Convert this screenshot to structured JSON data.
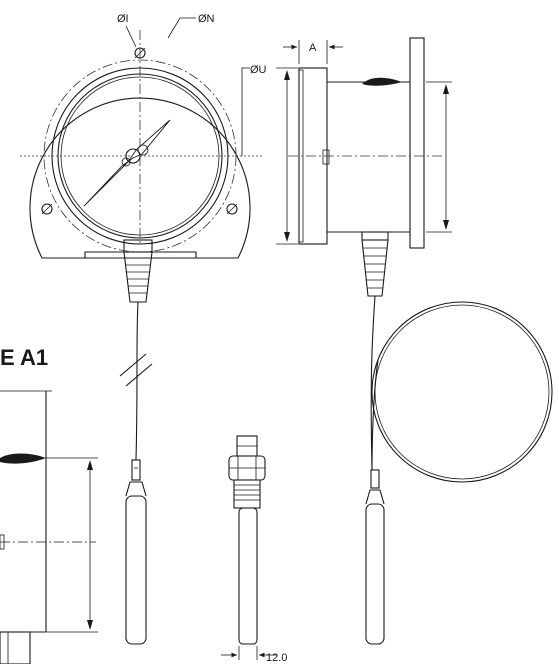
{
  "labels": {
    "bolt_hole_dia": "ØI",
    "bolt_circle_dia": "ØN",
    "flange_dia": "ØU",
    "depth_a": "A",
    "section_title": "E A1",
    "stem_dia": "12.0"
  },
  "colors": {
    "line": "#1a1a1a",
    "background": "#ffffff"
  }
}
